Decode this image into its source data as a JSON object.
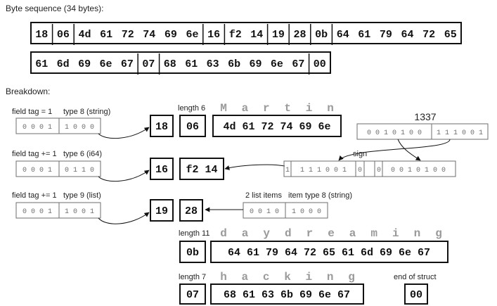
{
  "title": "Byte sequence (34 bytes):",
  "breakdown_title": "Breakdown:",
  "row1": [
    "18",
    "06",
    "4d",
    "61",
    "72",
    "74",
    "69",
    "6e",
    "16",
    "f2",
    "14",
    "19",
    "28",
    "0b",
    "64",
    "61",
    "79",
    "64",
    "72",
    "65"
  ],
  "row2": [
    "61",
    "6d",
    "69",
    "6e",
    "67",
    "07",
    "68",
    "61",
    "63",
    "6b",
    "69",
    "6e",
    "67",
    "00"
  ],
  "field1": {
    "tag_label": "field tag = 1",
    "type_label": "type 8 (string)",
    "tag_bits": "0 0 0 1",
    "type_bits": "1 0 0 0",
    "header_byte": "18",
    "length_label": "length 6",
    "length_byte": "06",
    "value_bytes": "4d 61 72 74 69 6e",
    "ghost_letters": [
      "M",
      "a",
      "r",
      "t",
      "i",
      "n"
    ]
  },
  "field2": {
    "tag_label": "field tag += 1",
    "type_label": "type 6 (i64)",
    "tag_bits": "0 0 0 1",
    "type_bits": "0 1 1 0",
    "header_byte": "16",
    "value_bytes": "f2 14",
    "number": "1337",
    "num_bits_a": "0 0 1 0 1 0 0",
    "num_bits_b": "1 1 1 0 0 1",
    "sign_label": "sign",
    "enc_bit_first": "1",
    "enc_bits_a": "1 1 1 0 0 1",
    "enc_bit_zero": "0",
    "enc_bit_second": "0",
    "enc_bits_b": "0 0 1 0 1 0 0"
  },
  "field3": {
    "tag_label": "field tag += 1",
    "type_label": "type 9 (list)",
    "tag_bits": "0 0 0 1",
    "type_bits": "1 0 0 1",
    "header_byte": "19",
    "list_header_byte": "28",
    "items_label": "2 list items",
    "item_type_label": "item type 8 (string)",
    "items_bits": "0 0 1 0",
    "item_type_bits": "1 0 0 0"
  },
  "item1": {
    "length_label": "length 11",
    "length_byte": "0b",
    "value_bytes": "64 61 79 64 72 65 61 6d 69 6e 67",
    "ghost_letters": [
      "d",
      "a",
      "y",
      "d",
      "r",
      "e",
      "a",
      "m",
      "i",
      "n",
      "g"
    ]
  },
  "item2": {
    "length_label": "length 7",
    "length_byte": "07",
    "value_bytes": "68 61 63 6b 69 6e 67",
    "ghost_letters": [
      "h",
      "a",
      "c",
      "k",
      "i",
      "n",
      "g"
    ]
  },
  "end": {
    "label": "end of struct",
    "byte": "00"
  }
}
